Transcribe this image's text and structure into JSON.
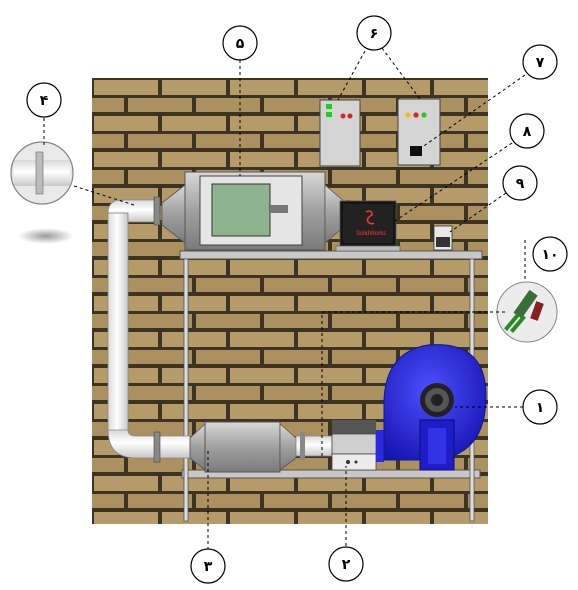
{
  "callouts": [
    {
      "id": "1",
      "label": "۱"
    },
    {
      "id": "2",
      "label": "۲"
    },
    {
      "id": "3",
      "label": "۳"
    },
    {
      "id": "4",
      "label": "۴"
    },
    {
      "id": "5",
      "label": "۵"
    },
    {
      "id": "6",
      "label": "۶"
    },
    {
      "id": "7",
      "label": "۷"
    },
    {
      "id": "8",
      "label": "۸"
    },
    {
      "id": "9",
      "label": "۹"
    },
    {
      "id": "10",
      "label": "۱۰"
    }
  ],
  "laptop": {
    "screen_text": "SolidWorks"
  },
  "colors": {
    "wall": "#b49a68",
    "mortar": "#3c3322",
    "blower": "#2a2ae0",
    "steel": "#a9a9a9",
    "panel_light": "#e6e6e6",
    "pipe": "#f2f2f2",
    "led_green": "#22cc22",
    "led_red": "#dd2222",
    "led_yellow": "#e6c020"
  }
}
